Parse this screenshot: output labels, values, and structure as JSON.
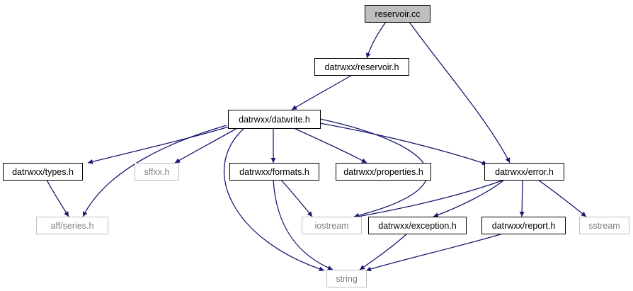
{
  "diagram": {
    "kind": "include dependency graph",
    "colors": {
      "edge": "#191970",
      "root_fill": "#bfbfbf",
      "node_border": "#000000",
      "external_border": "#bfbfbf",
      "external_text": "#7f7f7f",
      "background": "#ffffff"
    },
    "nodes": [
      {
        "id": "reservoir_cc",
        "label": "reservoir.cc",
        "style": "root"
      },
      {
        "id": "reservoir_h",
        "label": "datrwxx/reservoir.h",
        "style": "internal"
      },
      {
        "id": "datwrite_h",
        "label": "datrwxx/datwrite.h",
        "style": "internal"
      },
      {
        "id": "types_h",
        "label": "datrwxx/types.h",
        "style": "internal"
      },
      {
        "id": "sffxx_h",
        "label": "sffxx.h",
        "style": "external"
      },
      {
        "id": "formats_h",
        "label": "datrwxx/formats.h",
        "style": "internal"
      },
      {
        "id": "properties_h",
        "label": "datrwxx/properties.h",
        "style": "internal"
      },
      {
        "id": "error_h",
        "label": "datrwxx/error.h",
        "style": "internal"
      },
      {
        "id": "series_h",
        "label": "aff/series.h",
        "style": "external"
      },
      {
        "id": "iostream",
        "label": "iostream",
        "style": "external"
      },
      {
        "id": "exception_h",
        "label": "datrwxx/exception.h",
        "style": "internal"
      },
      {
        "id": "report_h",
        "label": "datrwxx/report.h",
        "style": "internal"
      },
      {
        "id": "sstream",
        "label": "sstream",
        "style": "external"
      },
      {
        "id": "string",
        "label": "string",
        "style": "external"
      }
    ],
    "edges": [
      {
        "from": "reservoir_cc",
        "to": "reservoir_h"
      },
      {
        "from": "reservoir_cc",
        "to": "error_h"
      },
      {
        "from": "reservoir_h",
        "to": "datwrite_h"
      },
      {
        "from": "datwrite_h",
        "to": "types_h"
      },
      {
        "from": "datwrite_h",
        "to": "series_h"
      },
      {
        "from": "datwrite_h",
        "to": "sffxx_h"
      },
      {
        "from": "datwrite_h",
        "to": "string"
      },
      {
        "from": "datwrite_h",
        "to": "formats_h"
      },
      {
        "from": "datwrite_h",
        "to": "properties_h"
      },
      {
        "from": "datwrite_h",
        "to": "error_h"
      },
      {
        "from": "datwrite_h",
        "to": "iostream"
      },
      {
        "from": "types_h",
        "to": "series_h"
      },
      {
        "from": "formats_h",
        "to": "iostream"
      },
      {
        "from": "formats_h",
        "to": "string"
      },
      {
        "from": "error_h",
        "to": "iostream"
      },
      {
        "from": "error_h",
        "to": "exception_h"
      },
      {
        "from": "error_h",
        "to": "report_h"
      },
      {
        "from": "error_h",
        "to": "sstream"
      },
      {
        "from": "exception_h",
        "to": "string"
      },
      {
        "from": "report_h",
        "to": "string"
      }
    ]
  }
}
